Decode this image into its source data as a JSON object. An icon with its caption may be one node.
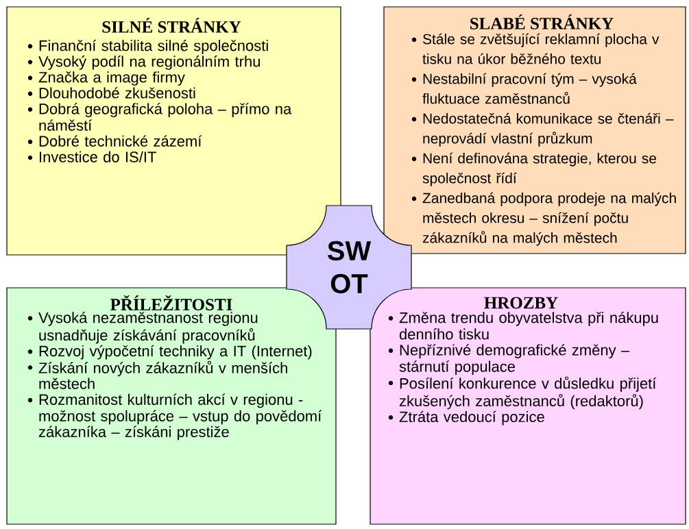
{
  "diagram": {
    "nodes": [
      {
        "text": [
          "SILNÉ STRÁNKY",
          "Finanční stabilita silné společnosti",
          "Vysoký podíl na regionálním trhu",
          "Značka a image firmy",
          "Dlouhodobé zkušenosti",
          "Dobrá geografická poloha – přímo na náměstí",
          "Dobré technické zázemí",
          "Investice do IS/IT"
        ]
      },
      {
        "text": [
          "SLABÉ STRÁNKY",
          "Stále se zvětšující reklamní plocha v tisku na úkor běžného textu",
          "Nestabilní pracovní tým – vysoká fluktuace zaměstnanců",
          "Nedostatečná komunikace se čtenáři – neprovádí vlastní průzkum",
          "Není definována strategie, kterou se společnost řídí",
          "Zanedbaná podpora prodeje na malých městech okresu – snížení počtu zákazníků na malých městech"
        ]
      },
      {
        "text": [
          "PŘÍLEŽITOSTI",
          "Vysoká nezaměstnanost regionu usnadňuje získávání pracovníků",
          "Rozvoj výpočetní techniky a IT (Internet)",
          "Získání nových zákazníků v menších městech",
          "Rozmanitost kulturních akcí v regionu - možnost spolupráce – vstup do povědomí zákazníka – získáni prestiže"
        ]
      },
      {
        "text": [
          "HROZBY",
          "Změna trendu obyvatelstva při nákupu denního tisku",
          "Nepříznivé demografické změny – stárnutí populace",
          "Posílení konkurence v důsledku přijetí zkušených zaměstnanců (redaktorů)",
          "Ztráta vedoucí pozice"
        ]
      },
      {
        "text": [
          "SW OT"
        ]
      }
    ]
  }
}
